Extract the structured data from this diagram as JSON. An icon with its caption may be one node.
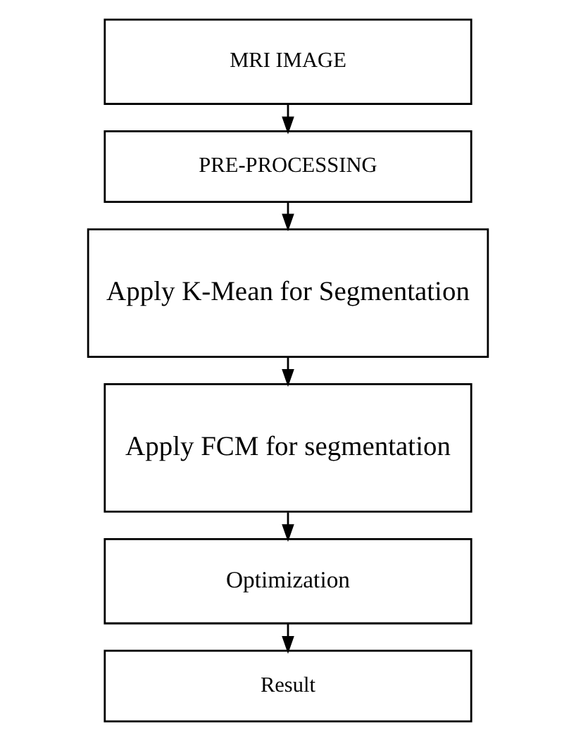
{
  "diagram": {
    "nodes": [
      {
        "text": [
          "MRI IMAGE"
        ]
      },
      {
        "text": [
          "PRE-PROCESSING"
        ]
      },
      {
        "text": [
          "Apply K-Mean for Segmentation"
        ]
      },
      {
        "text": [
          "Apply FCM for segmentation"
        ]
      },
      {
        "text": [
          "Optimization"
        ]
      },
      {
        "text": [
          "Result"
        ]
      }
    ],
    "edges": [
      {
        "from": 0,
        "to": 1,
        "arrow": "to"
      },
      {
        "from": 1,
        "to": 2,
        "arrow": "to"
      },
      {
        "from": 2,
        "to": 3,
        "arrow": "to"
      },
      {
        "from": 3,
        "to": 4,
        "arrow": "to"
      },
      {
        "from": 4,
        "to": 5,
        "arrow": "to"
      }
    ]
  }
}
